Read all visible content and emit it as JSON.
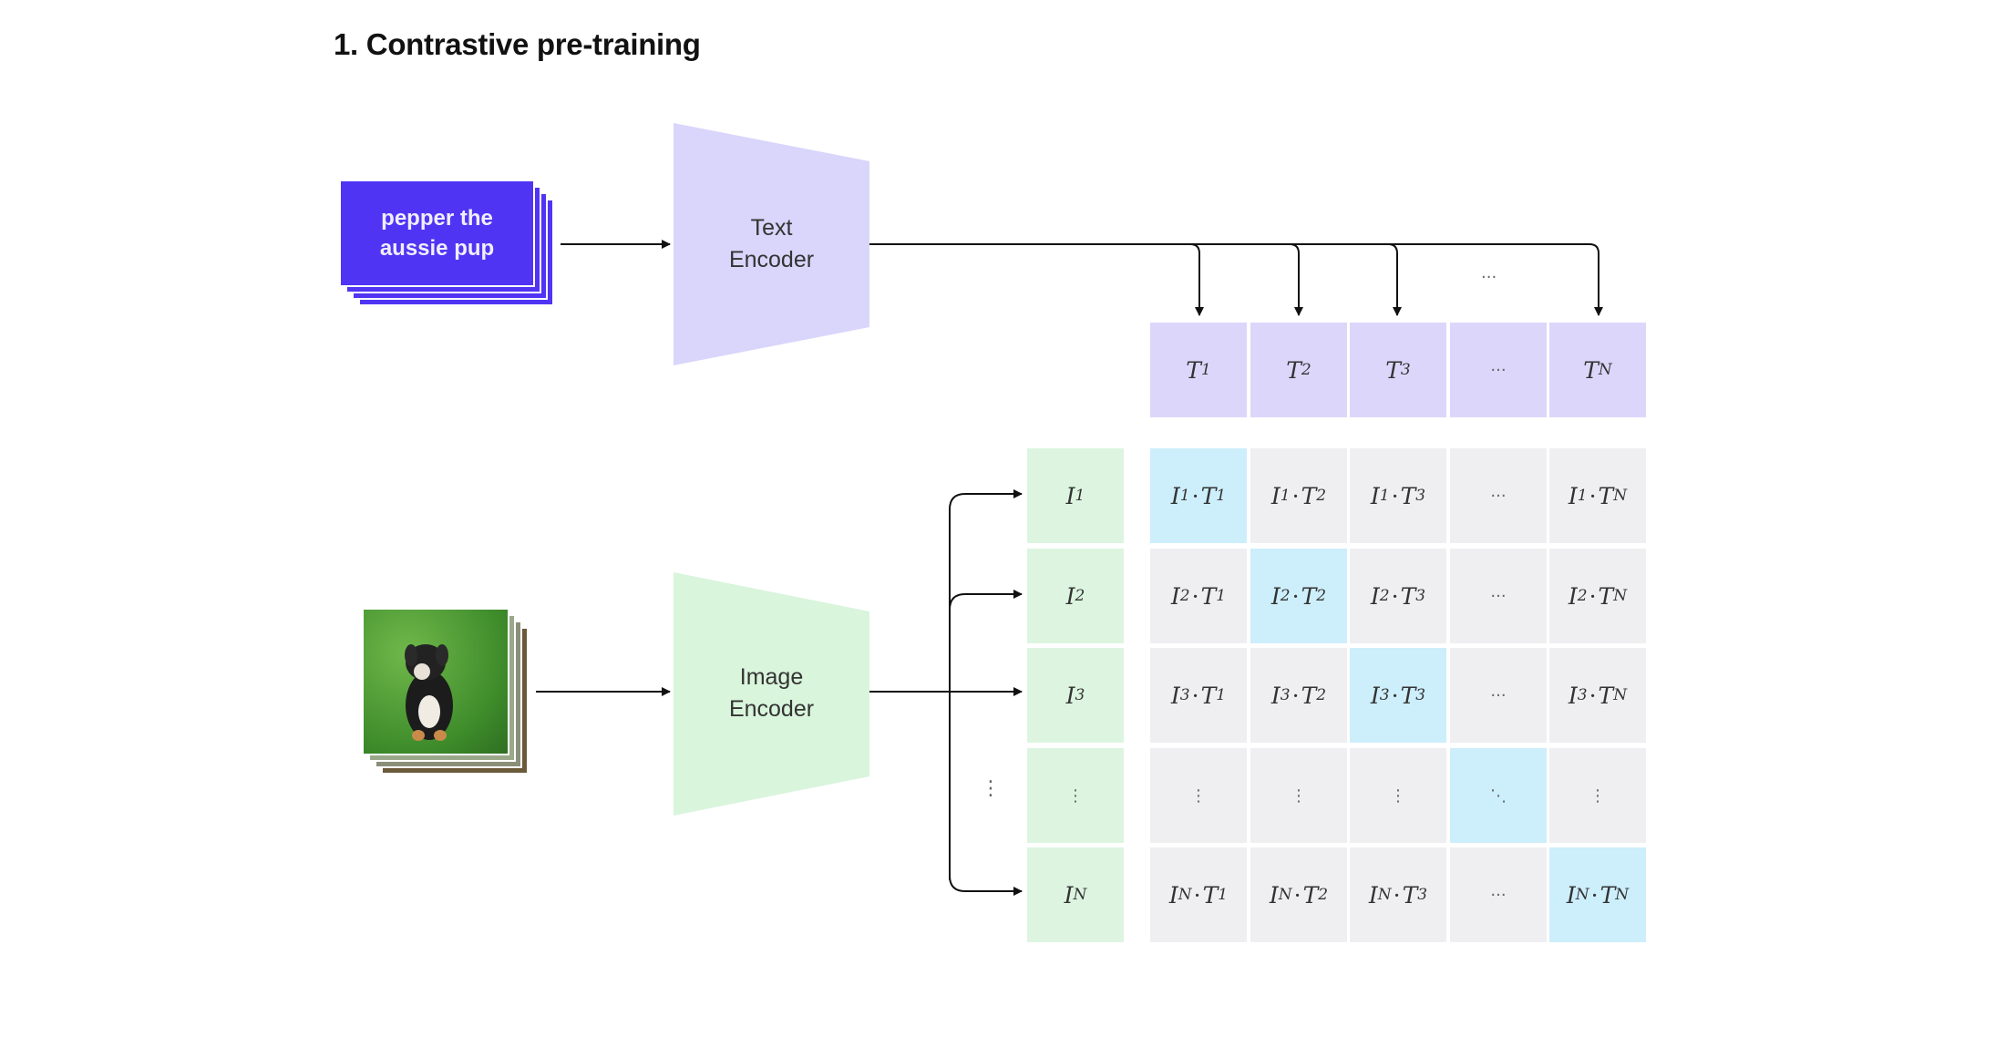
{
  "title": "1. Contrastive pre-training",
  "text_input": {
    "line1": "pepper the",
    "line2": "aussie pup"
  },
  "text_encoder": {
    "line1": "Text",
    "line2": "Encoder"
  },
  "image_encoder": {
    "line1": "Image",
    "line2": "Encoder"
  },
  "arrows_ellipsis": "···",
  "image_column_ellipsis": "⋮",
  "colors": {
    "text_card": "#4f35f3",
    "text_encoder": "#d9d5fb",
    "image_encoder": "#d9f5dc",
    "matrix": "#efeff1",
    "diagonal": "#cdeefb"
  },
  "text_features": [
    {
      "parts": [
        "T",
        "1"
      ]
    },
    {
      "parts": [
        "T",
        "2"
      ]
    },
    {
      "parts": [
        "T",
        "3"
      ]
    },
    {
      "text": "···"
    },
    {
      "parts": [
        "T",
        "N"
      ]
    }
  ],
  "image_features": [
    {
      "parts": [
        "I",
        "1"
      ]
    },
    {
      "parts": [
        "I",
        "2"
      ]
    },
    {
      "parts": [
        "I",
        "3"
      ]
    },
    {
      "text": "⋮"
    },
    {
      "parts": [
        "I",
        "N"
      ]
    }
  ],
  "matrix": [
    [
      {
        "parts": [
          "I",
          "1",
          "T",
          "1"
        ]
      },
      {
        "parts": [
          "I",
          "1",
          "T",
          "2"
        ]
      },
      {
        "parts": [
          "I",
          "1",
          "T",
          "3"
        ]
      },
      {
        "text": "···"
      },
      {
        "parts": [
          "I",
          "1",
          "T",
          "N"
        ]
      }
    ],
    [
      {
        "parts": [
          "I",
          "2",
          "T",
          "1"
        ]
      },
      {
        "parts": [
          "I",
          "2",
          "T",
          "2"
        ]
      },
      {
        "parts": [
          "I",
          "2",
          "T",
          "3"
        ]
      },
      {
        "text": "···"
      },
      {
        "parts": [
          "I",
          "2",
          "T",
          "N"
        ]
      }
    ],
    [
      {
        "parts": [
          "I",
          "3",
          "T",
          "1"
        ]
      },
      {
        "parts": [
          "I",
          "3",
          "T",
          "2"
        ]
      },
      {
        "parts": [
          "I",
          "3",
          "T",
          "3"
        ]
      },
      {
        "text": "···"
      },
      {
        "parts": [
          "I",
          "3",
          "T",
          "N"
        ]
      }
    ],
    [
      {
        "text": "⋮"
      },
      {
        "text": "⋮"
      },
      {
        "text": "⋮"
      },
      {
        "text": "⋱"
      },
      {
        "text": "⋮"
      }
    ],
    [
      {
        "parts": [
          "I",
          "N",
          "T",
          "1"
        ]
      },
      {
        "parts": [
          "I",
          "N",
          "T",
          "2"
        ]
      },
      {
        "parts": [
          "I",
          "N",
          "T",
          "3"
        ]
      },
      {
        "text": "···"
      },
      {
        "parts": [
          "I",
          "N",
          "T",
          "N"
        ]
      }
    ]
  ]
}
